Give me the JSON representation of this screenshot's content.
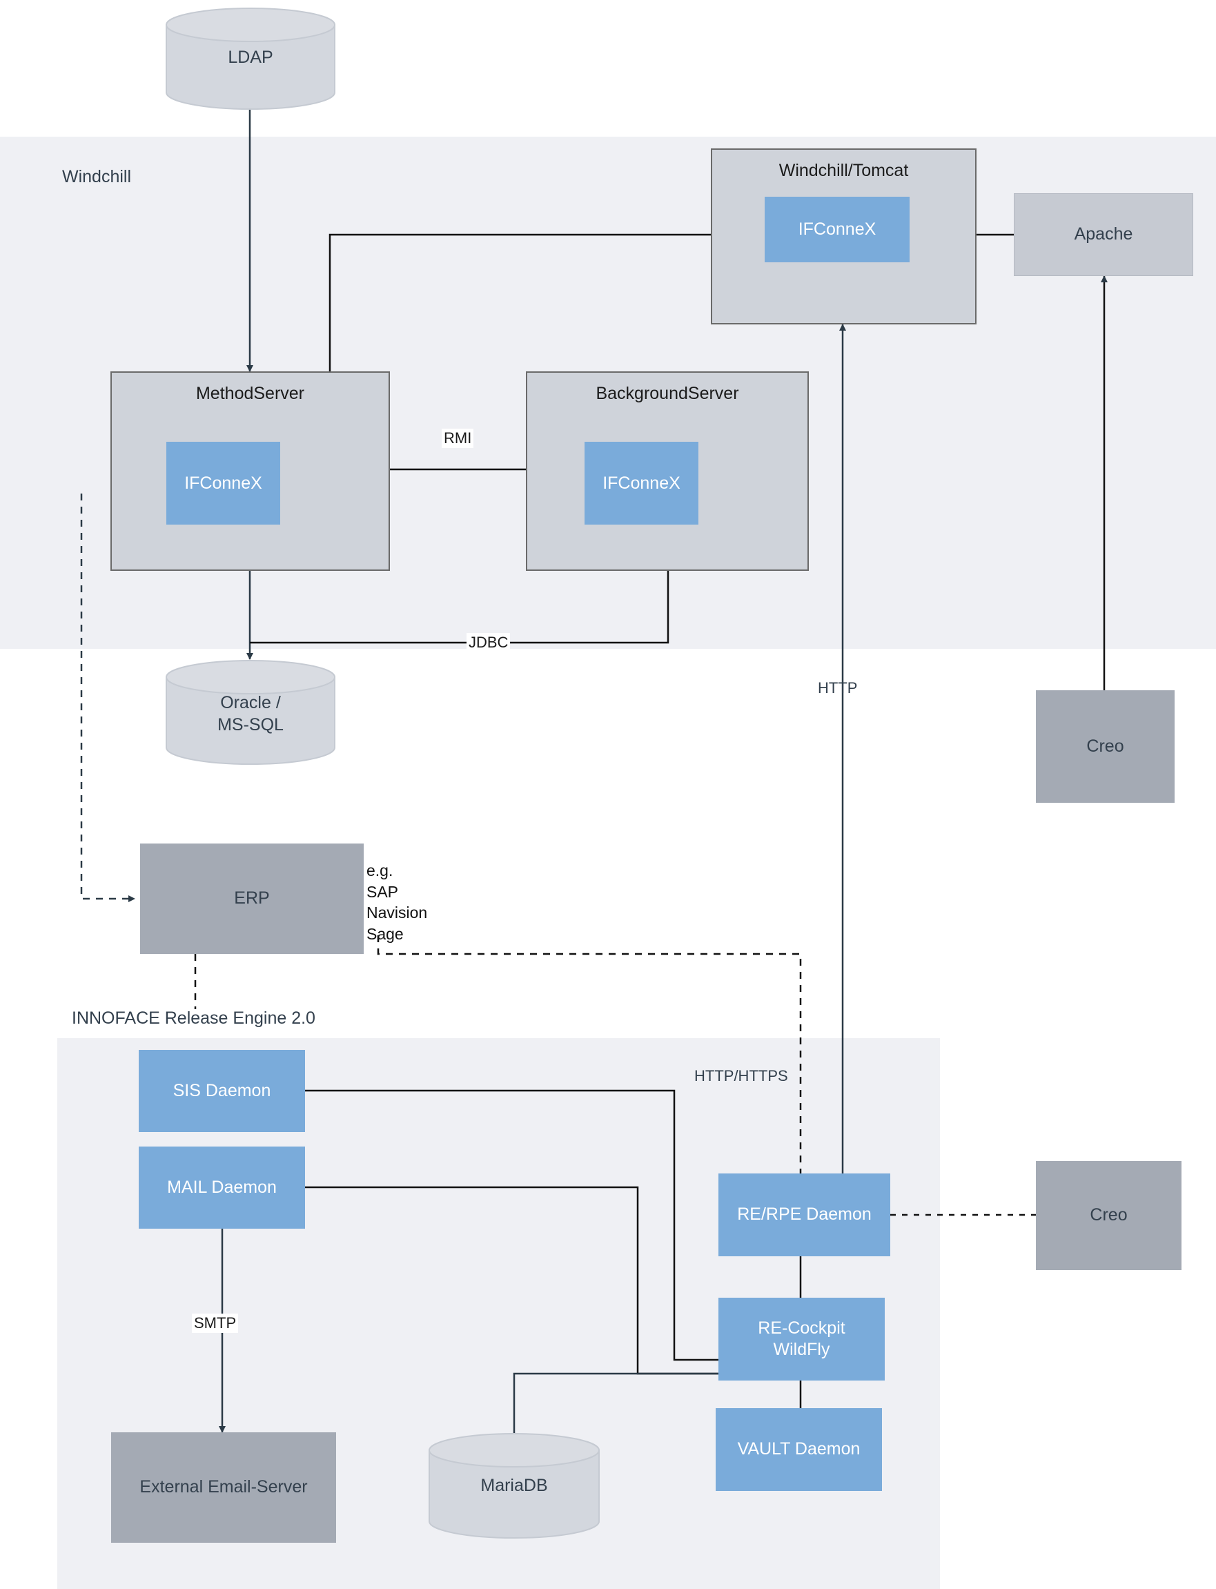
{
  "diagram": {
    "title": "INNOFACE Release Engine / Windchill integration architecture"
  },
  "zones": [
    {
      "id": "windchill",
      "label": "Windchill"
    },
    {
      "id": "innoface",
      "label": "INNOFACE Release Engine 2.0"
    }
  ],
  "nodes": {
    "ldap": {
      "label": "LDAP",
      "shape": "cylinder"
    },
    "windchill_tomcat": {
      "label": "Windchill/Tomcat",
      "inner": "IFConneX"
    },
    "apache": {
      "label": "Apache"
    },
    "method_server": {
      "label": "MethodServer",
      "inner": "IFConneX"
    },
    "background_server": {
      "label": "BackgroundServer",
      "inner": "IFConneX"
    },
    "oracle": {
      "label_line1": "Oracle /",
      "label_line2": "MS-SQL",
      "shape": "cylinder"
    },
    "creo_top": {
      "label": "Creo"
    },
    "erp": {
      "label": "ERP"
    },
    "sis_daemon": {
      "label": "SIS Daemon"
    },
    "mail_daemon": {
      "label": "MAIL Daemon"
    },
    "re_rpe_daemon": {
      "label": "RE/RPE Daemon"
    },
    "re_cockpit": {
      "label_line1": "RE-Cockpit",
      "label_line2": "WildFly"
    },
    "vault_daemon": {
      "label": "VAULT Daemon"
    },
    "creo_bottom": {
      "label": "Creo"
    },
    "external_email": {
      "label": "External Email-Server"
    },
    "mariadb": {
      "label": "MariaDB",
      "shape": "cylinder"
    }
  },
  "edge_labels": {
    "rmi": "RMI",
    "jdbc": "JDBC",
    "http": "HTTP",
    "http_https": "HTTP/HTTPS",
    "smtp": "SMTP"
  },
  "notes": {
    "erp_examples": "e.g.\nSAP\nNavision\nSage"
  },
  "colors": {
    "zone_background": "#eff0f4",
    "node_grey": "#cfd3da",
    "node_dark_grey": "#a4aab4",
    "node_blue": "#7aabda",
    "text_dark": "#33404d",
    "line": "#2b3a46"
  }
}
